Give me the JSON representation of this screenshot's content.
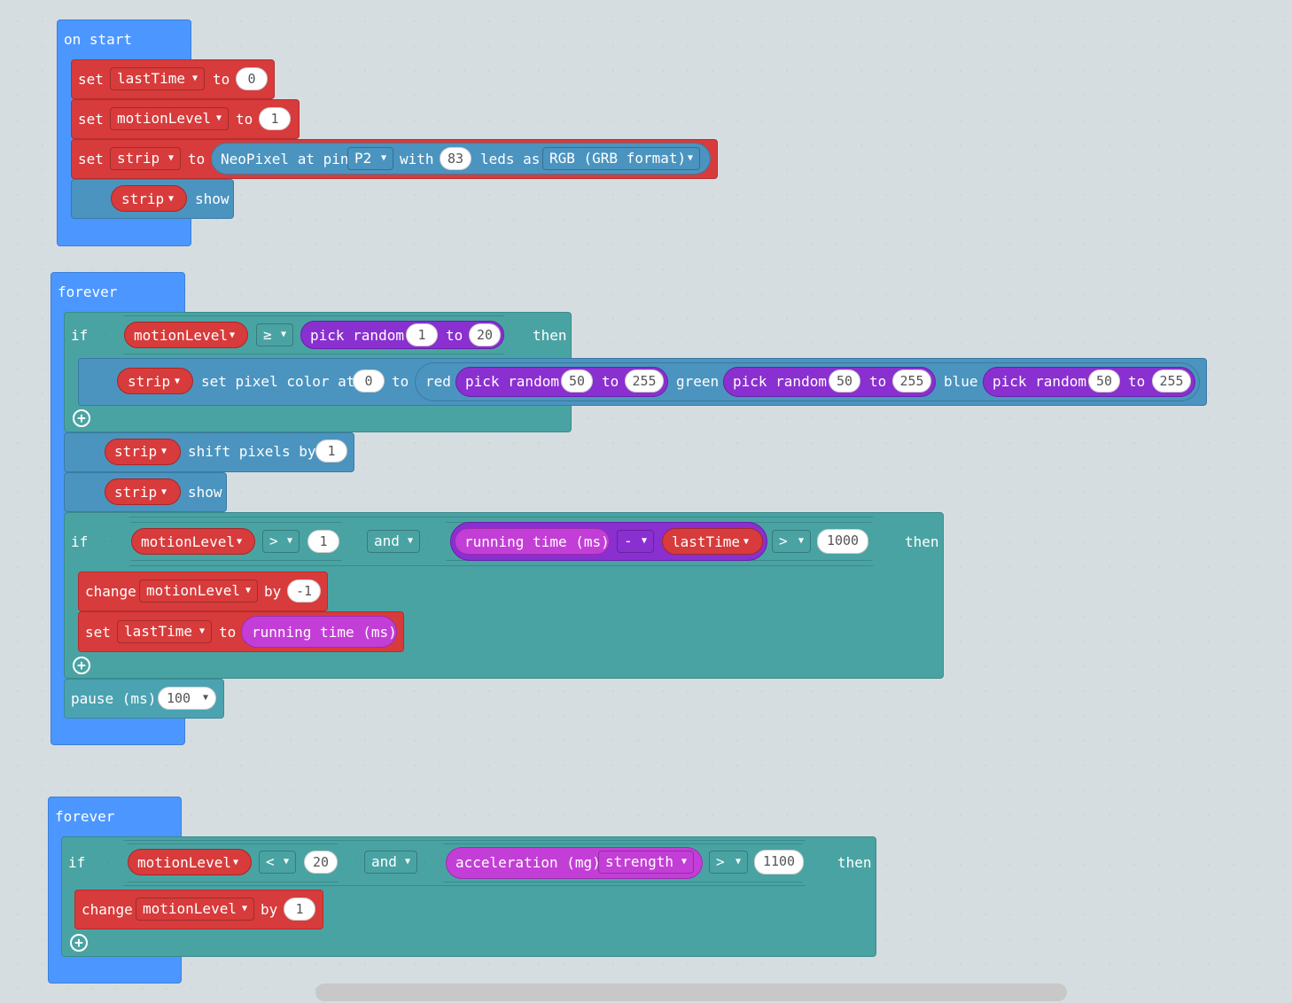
{
  "on_start": {
    "hat": "on start",
    "set1": {
      "set": "set",
      "var": "lastTime",
      "to": "to",
      "value": "0"
    },
    "set2": {
      "set": "set",
      "var": "motionLevel",
      "to": "to",
      "value": "1"
    },
    "set3": {
      "set": "set",
      "var": "strip",
      "to": "to",
      "neopixel": "NeoPixel at pin",
      "pin": "P2",
      "with": "with",
      "leds": "83",
      "leds_as": "leds as",
      "format": "RGB (GRB format)"
    },
    "show": {
      "var": "strip",
      "label": "show"
    }
  },
  "forever1": {
    "hat": "forever",
    "if1": {
      "if": "if",
      "var": "motionLevel",
      "op": "≥",
      "pick": "pick random",
      "from": "1",
      "to": "to",
      "upto": "20",
      "then": "then"
    },
    "setpix": {
      "var": "strip",
      "label": "set pixel color at",
      "index": "0",
      "to": "to",
      "red": "red",
      "green": "green",
      "blue": "blue",
      "r": {
        "pick": "pick random",
        "from": "50",
        "to": "to",
        "upto": "255"
      },
      "g": {
        "pick": "pick random",
        "from": "50",
        "to": "to",
        "upto": "255"
      },
      "b": {
        "pick": "pick random",
        "from": "50",
        "to": "to",
        "upto": "255"
      }
    },
    "shift": {
      "var": "strip",
      "label": "shift pixels by",
      "value": "1"
    },
    "show": {
      "var": "strip",
      "label": "show"
    },
    "if2": {
      "if": "if",
      "var": "motionLevel",
      "op": ">",
      "value": "1",
      "and": "and",
      "running": "running time (ms)",
      "minus": "-",
      "last": "lastTime",
      "op2": ">",
      "limit": "1000",
      "then": "then"
    },
    "change": {
      "label": "change",
      "var": "motionLevel",
      "by": "by",
      "value": "-1"
    },
    "set": {
      "set": "set",
      "var": "lastTime",
      "to": "to",
      "running": "running time (ms)"
    },
    "pause": {
      "label": "pause (ms)",
      "value": "100"
    }
  },
  "forever2": {
    "hat": "forever",
    "if": {
      "if": "if",
      "var": "motionLevel",
      "op": "<",
      "value": "20",
      "and": "and",
      "accel": "acceleration (mg)",
      "dim": "strength",
      "op2": ">",
      "limit": "1100",
      "then": "then"
    },
    "change": {
      "label": "change",
      "var": "motionLevel",
      "by": "by",
      "value": "1"
    }
  },
  "icons": {
    "dropdown": "triangle-down",
    "add": "plus-circle"
  },
  "colors": {
    "events": "#4c97ff",
    "logic": "#4aa3a3",
    "variables": "#d83b3b",
    "neopixel": "#4b94c0",
    "math": "#8a2fd0",
    "input": "#c33ed6"
  }
}
